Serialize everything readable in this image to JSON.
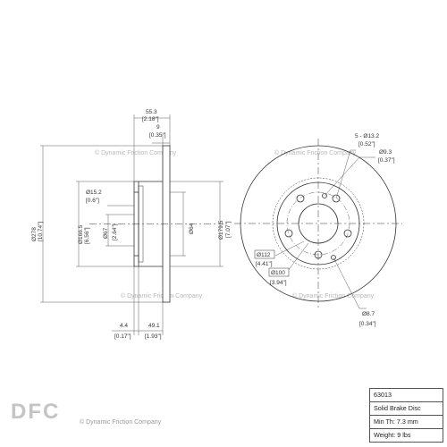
{
  "watermark": "© Dynamic Friction Company",
  "logo": {
    "mark": "DFC",
    "caption": "© Dynamic Friction Company"
  },
  "side_view": {
    "overall_thickness": {
      "metric": "55.3",
      "imperial": "[2.18\"]"
    },
    "rotor_thickness": {
      "metric": "9",
      "imperial": "[0.35\"]"
    },
    "outer_diameter": {
      "metric": "Ø278",
      "imperial": "[10.74\"]"
    },
    "hat_diameter": {
      "metric": "Ø166.5",
      "imperial": "[6.56\"]"
    },
    "center_hole_depth": {
      "metric": "Ø15.2",
      "imperial": "[0.6\"]"
    },
    "hub_bore": {
      "metric": "Ø67",
      "imperial": "[2.64\"]"
    },
    "inner_hub": {
      "metric": "Ø64"
    },
    "inner_friction_diameter": {
      "metric": "Ø179.5",
      "imperial": "[7.07\"]"
    },
    "flange_offset": {
      "metric": "4.4",
      "imperial": "[0.17\"]"
    },
    "hat_height": {
      "metric": "49.1",
      "imperial": "[1.93\"]"
    }
  },
  "front_view": {
    "bolt_holes": {
      "metric": "5 - Ø13.2",
      "imperial": "[0.52\"]"
    },
    "small_hole": {
      "metric": "Ø9.3",
      "imperial": "[0.37\"]"
    },
    "bolt_circle": {
      "metric": "Ø112",
      "imperial": "[4.41\"]"
    },
    "pilot": {
      "metric": "Ø100",
      "imperial": "[3.94\"]"
    },
    "locator_hole": {
      "metric": "Ø8.7",
      "imperial": "[0.34\"]"
    }
  },
  "spec_table": {
    "part_number": "63013",
    "type": "Solid Brake Disc",
    "min_thickness": "Min Th: 7.3 mm",
    "weight": "Weight: 9 lbs"
  }
}
